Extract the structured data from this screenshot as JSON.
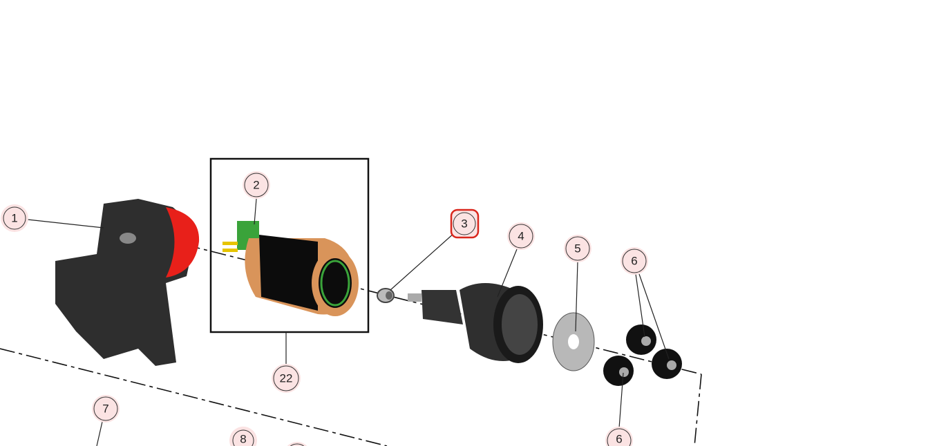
{
  "diagram": {
    "callouts": [
      {
        "id": "c1",
        "label": "1",
        "selected": false
      },
      {
        "id": "c2",
        "label": "2",
        "selected": false
      },
      {
        "id": "c3",
        "label": "3",
        "selected": true
      },
      {
        "id": "c4",
        "label": "4",
        "selected": false
      },
      {
        "id": "c5",
        "label": "5",
        "selected": false
      },
      {
        "id": "c6a",
        "label": "6",
        "selected": false
      },
      {
        "id": "c6b",
        "label": "6",
        "selected": false
      },
      {
        "id": "c7",
        "label": "7",
        "selected": false
      },
      {
        "id": "c8",
        "label": "8",
        "selected": false
      },
      {
        "id": "c22",
        "label": "22",
        "selected": false
      }
    ],
    "colors": {
      "callout_fill": "#fbe3e3",
      "selected_ring": "#d9261c",
      "part_dark": "#2a2a2a",
      "part_red": "#e8201a",
      "part_copper": "#d9945a",
      "part_green": "#3aa33a",
      "washer": "#b8b8b8"
    }
  }
}
